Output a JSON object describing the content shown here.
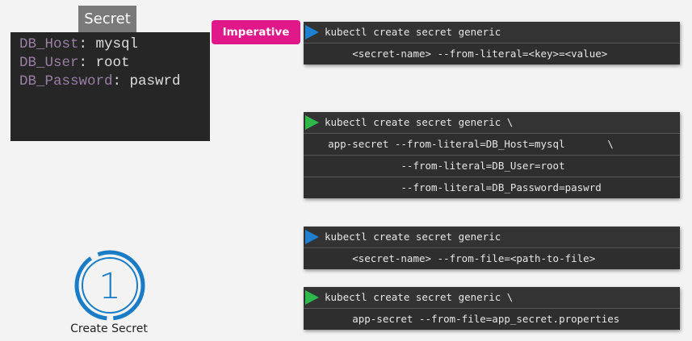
{
  "secret": {
    "title": "Secret",
    "lines": [
      {
        "key": "DB_Host",
        "value": "mysql"
      },
      {
        "key": "DB_User",
        "value": "root"
      },
      {
        "key": "DB_Password",
        "value": "paswrd"
      }
    ]
  },
  "badge": "Imperative",
  "commands": [
    {
      "arrow_color": "#1f7fd0",
      "lines": [
        "kubectl create secret generic",
        "        <secret-name> --from-literal=<key>=<value>"
      ]
    },
    {
      "arrow_color": "#2db84a",
      "lines": [
        "kubectl create secret generic \\",
        "    app-secret --from-literal=DB_Host=mysql       \\",
        "                --from-literal=DB_User=root",
        "                --from-literal=DB_Password=paswrd"
      ]
    },
    {
      "arrow_color": "#1f7fd0",
      "lines": [
        "kubectl create secret generic",
        "        <secret-name> --from-file=<path-to-file>"
      ]
    },
    {
      "arrow_color": "#2db84a",
      "lines": [
        "kubectl create secret generic \\",
        "        app-secret --from-file=app_secret.properties"
      ]
    }
  ],
  "step": {
    "number": "1",
    "label": "Create Secret",
    "color": "#1a7cc7"
  }
}
